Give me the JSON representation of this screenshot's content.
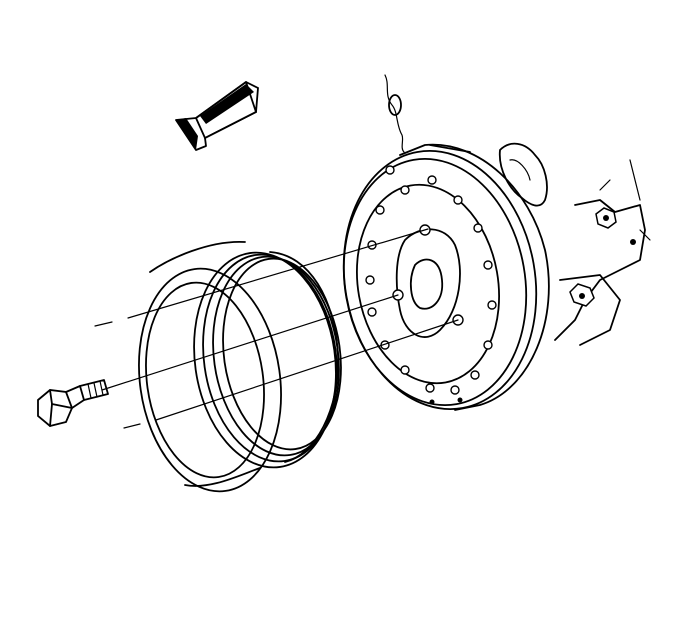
{
  "diagram": {
    "description_visible_text": "",
    "colors": {
      "line": "#000000",
      "background": "#ffffff"
    },
    "components": [
      {
        "id": "direction-arrow",
        "icon": "arrow-left-icon"
      },
      {
        "id": "bolt",
        "icon": "hex-bolt-icon"
      },
      {
        "id": "pulley",
        "icon": "ribbed-pulley-icon"
      },
      {
        "id": "balancer",
        "icon": "harmonic-balancer-icon"
      },
      {
        "id": "engine-bracket",
        "icon": "bracket-icon"
      }
    ]
  }
}
